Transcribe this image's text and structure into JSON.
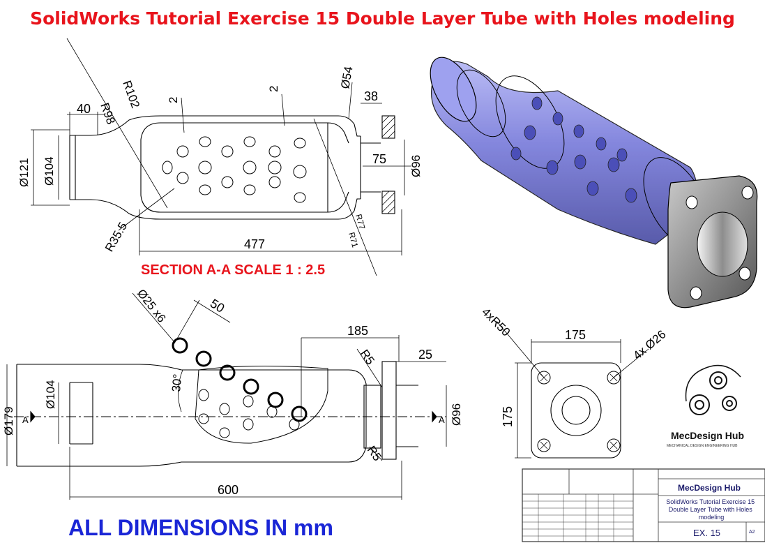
{
  "title": "SolidWorks Tutorial Exercise 15 Double Layer Tube with Holes modeling",
  "section_label": "SECTION A-A SCALE 1 : 2.5",
  "footer_note": "ALL DIMENSIONS IN mm",
  "section_view": {
    "dims": {
      "len_40": "40",
      "r98": "R98",
      "r102": "R102",
      "wall_2a": "2",
      "wall_2b": "2",
      "d54": "Ø54",
      "len_38": "38",
      "d121": "Ø121",
      "d104": "Ø104",
      "len_75": "75",
      "d96": "Ø96",
      "r35_5": "R35.5",
      "r77": "R77",
      "r71": "R71",
      "len_477": "477"
    }
  },
  "front_view": {
    "dims": {
      "holes": "Ø25 x6",
      "spacing_50": "50",
      "len_185": "185",
      "r5_top": "R5",
      "len_25": "25",
      "angle_30": "30°",
      "d179": "Ø179",
      "d104": "Ø104",
      "d96": "Ø96",
      "r5_bottom": "R5",
      "len_600": "600",
      "sec_left": "A",
      "sec_right": "A"
    }
  },
  "flange_view": {
    "dims": {
      "r50": "4xR50",
      "width_175": "175",
      "holes_26": "4x Ø26",
      "height_175": "175"
    }
  },
  "logo": {
    "name": "MecDesign Hub",
    "tagline": "MECHANICAL DESIGN ENGINEERING HUB"
  },
  "title_block": {
    "company": "MecDesign Hub",
    "drawing_title": "SolidWorks Tutorial Exercise 15 Double Layer Tube with Holes modeling",
    "dwg_no": "EX. 15",
    "sheet_size": "A2"
  },
  "colors": {
    "title": "#e8141c",
    "section_label": "#e8141c",
    "footer_note": "#1a26d6",
    "model_body": "#6f72d8"
  }
}
